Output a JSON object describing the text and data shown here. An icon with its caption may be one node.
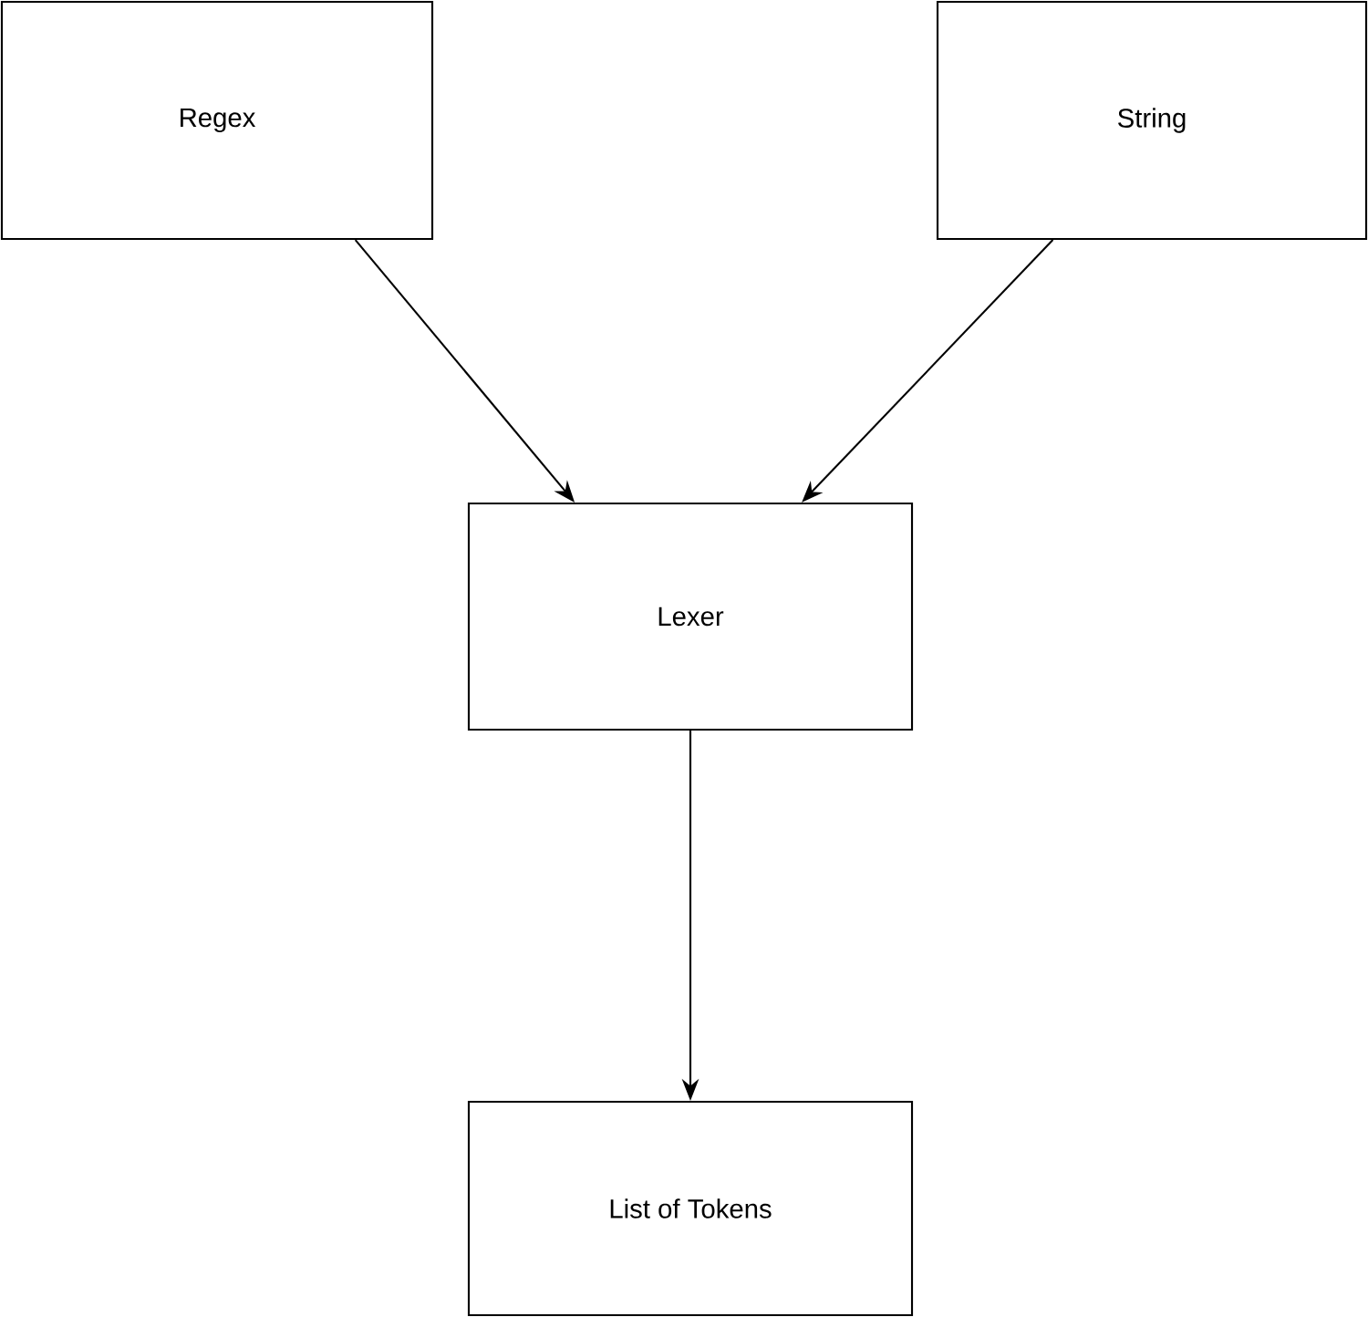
{
  "diagram": {
    "nodes": [
      {
        "text": [
          "Regex"
        ]
      },
      {
        "text": [
          "String"
        ]
      },
      {
        "text": [
          "Lexer"
        ]
      },
      {
        "text": [
          "List of Tokens"
        ]
      }
    ],
    "edges": [
      {
        "from": 0,
        "to": 2,
        "arrow": "to"
      },
      {
        "from": 1,
        "to": 2,
        "arrow": "to"
      },
      {
        "from": 2,
        "to": 3,
        "arrow": "to"
      }
    ]
  }
}
